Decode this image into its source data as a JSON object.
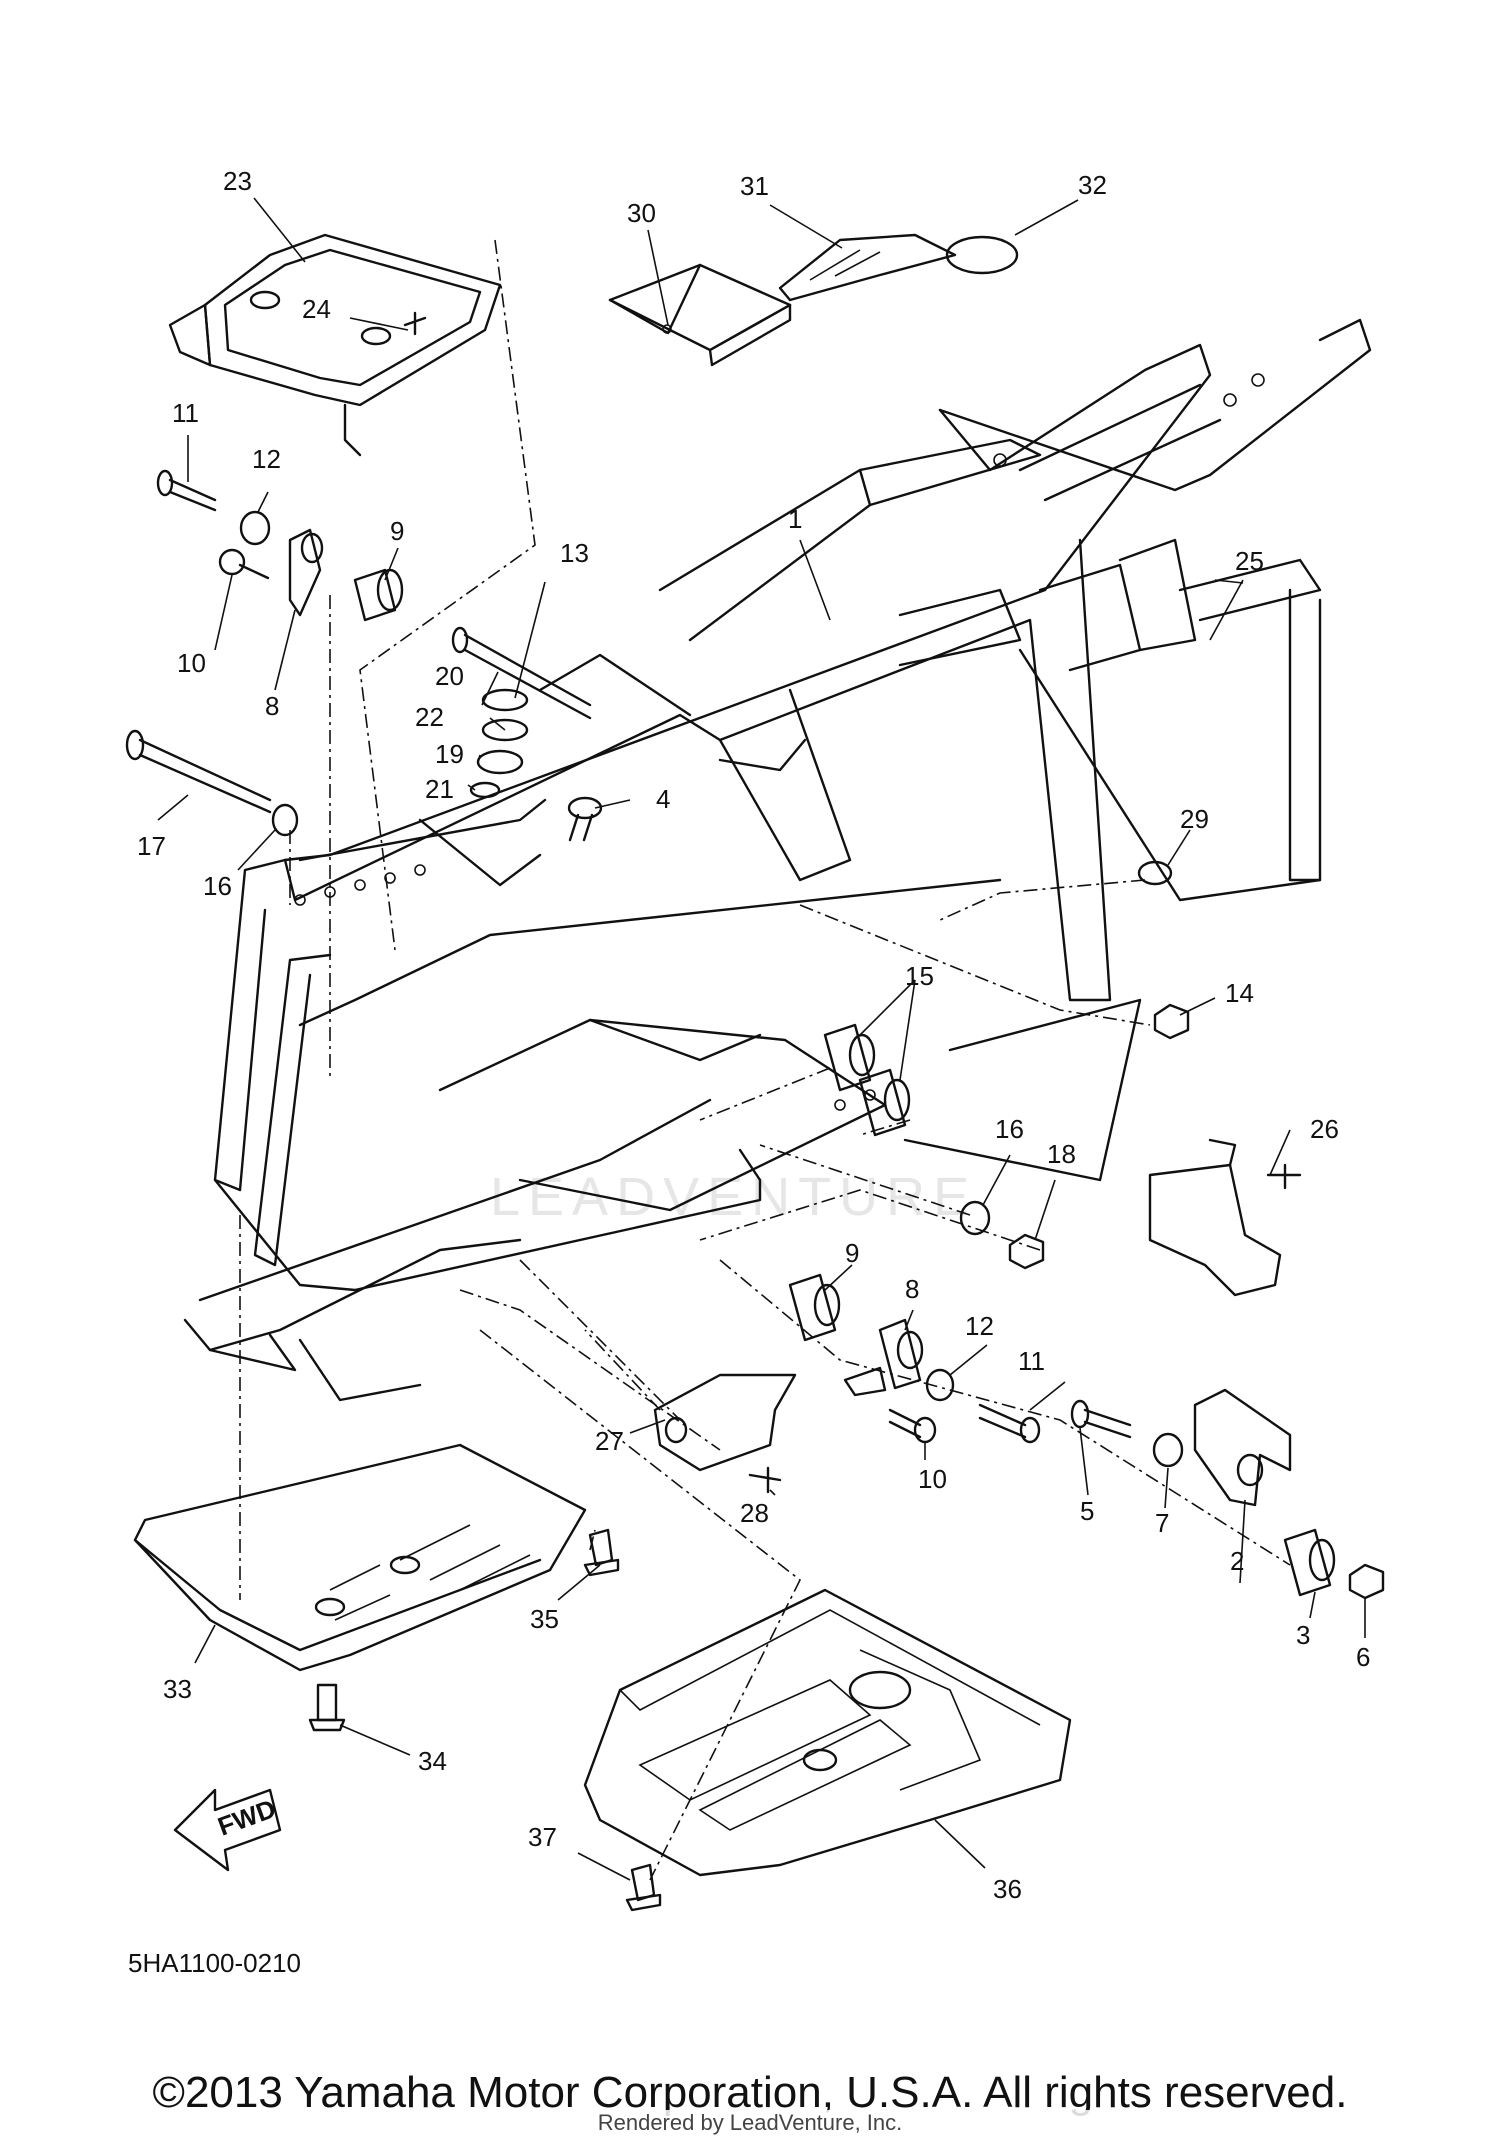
{
  "diagram": {
    "watermark": "LEADVENTURE",
    "code": "5HA1100-0210",
    "fwd_label": "FWD",
    "callouts": [
      {
        "id": "c1",
        "label": "1"
      },
      {
        "id": "c2",
        "label": "2"
      },
      {
        "id": "c3",
        "label": "3"
      },
      {
        "id": "c4",
        "label": "4"
      },
      {
        "id": "c5",
        "label": "5"
      },
      {
        "id": "c6",
        "label": "6"
      },
      {
        "id": "c7",
        "label": "7"
      },
      {
        "id": "c8a",
        "label": "8"
      },
      {
        "id": "c8b",
        "label": "8"
      },
      {
        "id": "c9a",
        "label": "9"
      },
      {
        "id": "c9b",
        "label": "9"
      },
      {
        "id": "c10a",
        "label": "10"
      },
      {
        "id": "c10b",
        "label": "10"
      },
      {
        "id": "c11a",
        "label": "11"
      },
      {
        "id": "c11b",
        "label": "11"
      },
      {
        "id": "c12a",
        "label": "12"
      },
      {
        "id": "c12b",
        "label": "12"
      },
      {
        "id": "c13",
        "label": "13"
      },
      {
        "id": "c14",
        "label": "14"
      },
      {
        "id": "c15",
        "label": "15"
      },
      {
        "id": "c16a",
        "label": "16"
      },
      {
        "id": "c16b",
        "label": "16"
      },
      {
        "id": "c17",
        "label": "17"
      },
      {
        "id": "c18",
        "label": "18"
      },
      {
        "id": "c19",
        "label": "19"
      },
      {
        "id": "c20",
        "label": "20"
      },
      {
        "id": "c21",
        "label": "21"
      },
      {
        "id": "c22",
        "label": "22"
      },
      {
        "id": "c23",
        "label": "23"
      },
      {
        "id": "c24",
        "label": "24"
      },
      {
        "id": "c25",
        "label": "25"
      },
      {
        "id": "c26",
        "label": "26"
      },
      {
        "id": "c27",
        "label": "27"
      },
      {
        "id": "c28",
        "label": "28"
      },
      {
        "id": "c29",
        "label": "29"
      },
      {
        "id": "c30",
        "label": "30"
      },
      {
        "id": "c31",
        "label": "31"
      },
      {
        "id": "c32",
        "label": "32"
      },
      {
        "id": "c33",
        "label": "33"
      },
      {
        "id": "c34",
        "label": "34"
      },
      {
        "id": "c35",
        "label": "35"
      },
      {
        "id": "c36",
        "label": "36"
      },
      {
        "id": "c37",
        "label": "37"
      }
    ]
  },
  "footer": {
    "copyright": "©2013 Yamaha Motor Corporation, U.S.A. All rights reserved.",
    "rendered_by": "Rendered by LeadVenture, Inc."
  }
}
